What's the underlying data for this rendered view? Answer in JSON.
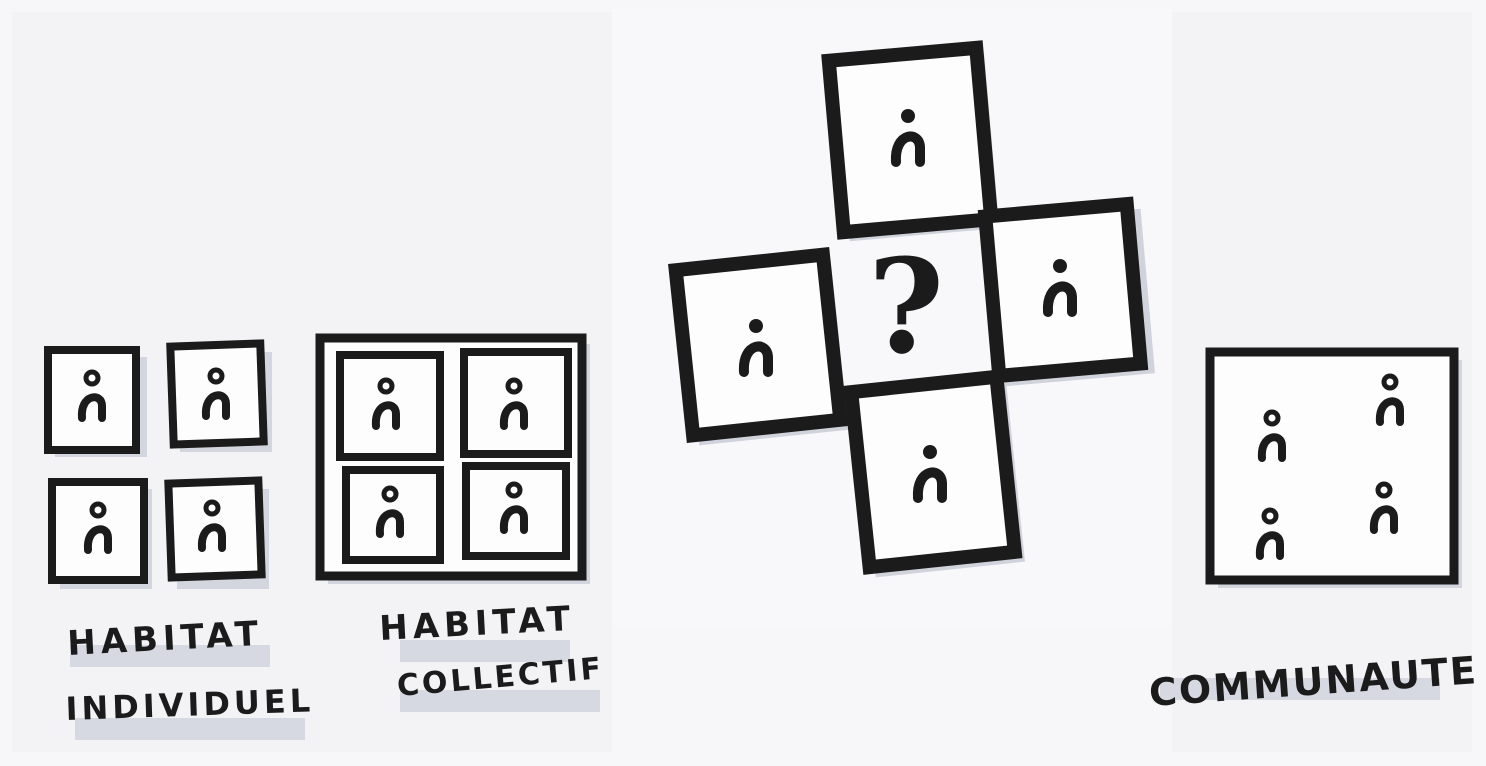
{
  "labels": {
    "individuel_line1": "HABITAT",
    "individuel_line2": "INDIVIDUEL",
    "collectif_line1": "HABITAT",
    "collectif_line2": "COLLECTIF",
    "center_symbol": "?",
    "communaute": "COMMUNAUTE"
  },
  "colors": {
    "ink": "#1b1b1b",
    "paper": "#f7f7f9",
    "shadow": "#c9ccd6",
    "panel": "#fdfdfd"
  }
}
